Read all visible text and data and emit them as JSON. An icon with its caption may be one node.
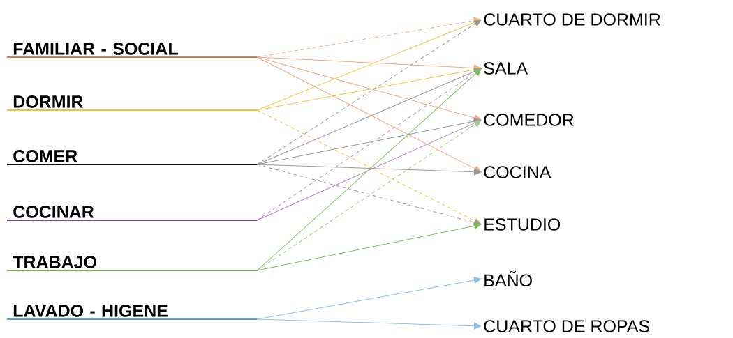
{
  "diagram": {
    "nodes": [
      {
        "text": [
          "FAMILIAR - SOCIAL"
        ]
      },
      {
        "text": [
          "DORMIR"
        ]
      },
      {
        "text": [
          "COMER"
        ]
      },
      {
        "text": [
          "COCINAR"
        ]
      },
      {
        "text": [
          "TRABAJO"
        ]
      },
      {
        "text": [
          "LAVADO - HIGENE"
        ]
      },
      {
        "text": [
          "CUARTO DE DORMIR"
        ]
      },
      {
        "text": [
          "SALA"
        ]
      },
      {
        "text": [
          "COMEDOR"
        ]
      },
      {
        "text": [
          "COCINA"
        ]
      },
      {
        "text": [
          "ESTUDIO"
        ]
      },
      {
        "text": [
          "BAÑO"
        ]
      },
      {
        "text": [
          "CUARTO DE ROPAS"
        ]
      }
    ],
    "edges": [
      {
        "from": 0,
        "to": 6,
        "arrow": "to",
        "style": "dashed",
        "color": "#f4a983"
      },
      {
        "from": 0,
        "to": 7,
        "arrow": "to",
        "color": "#f4a983"
      },
      {
        "from": 0,
        "to": 8,
        "arrow": "to",
        "color": "#f4a983"
      },
      {
        "from": 0,
        "to": 9,
        "arrow": "to",
        "color": "#f4a983"
      },
      {
        "from": 1,
        "to": 6,
        "arrow": "to",
        "color": "#f5c842"
      },
      {
        "from": 1,
        "to": 7,
        "arrow": "to",
        "color": "#f5c842"
      },
      {
        "from": 1,
        "to": 10,
        "arrow": "to",
        "style": "dashed",
        "color": "#f5c842"
      },
      {
        "from": 2,
        "to": 6,
        "arrow": "to",
        "style": "dashed",
        "color": "#999999"
      },
      {
        "from": 2,
        "to": 7,
        "arrow": "to",
        "color": "#999999"
      },
      {
        "from": 2,
        "to": 8,
        "arrow": "to",
        "color": "#999999"
      },
      {
        "from": 2,
        "to": 9,
        "arrow": "to",
        "color": "#999999"
      },
      {
        "from": 2,
        "to": 10,
        "arrow": "to",
        "style": "dashed",
        "color": "#999999"
      },
      {
        "from": 3,
        "to": 7,
        "arrow": "to",
        "style": "dashed",
        "color": "#c08ad6"
      },
      {
        "from": 3,
        "to": 8,
        "arrow": "to",
        "color": "#b77fcf"
      },
      {
        "from": 4,
        "to": 7,
        "arrow": "to",
        "color": "#7cc15a"
      },
      {
        "from": 4,
        "to": 8,
        "arrow": "to",
        "style": "dashed",
        "color": "#9ccf80"
      },
      {
        "from": 4,
        "to": 10,
        "arrow": "to",
        "color": "#7cc15a"
      },
      {
        "from": 5,
        "to": 11,
        "arrow": "to",
        "color": "#8cc0e6"
      },
      {
        "from": 5,
        "to": 12,
        "arrow": "to",
        "color": "#8cc0e6"
      }
    ]
  }
}
